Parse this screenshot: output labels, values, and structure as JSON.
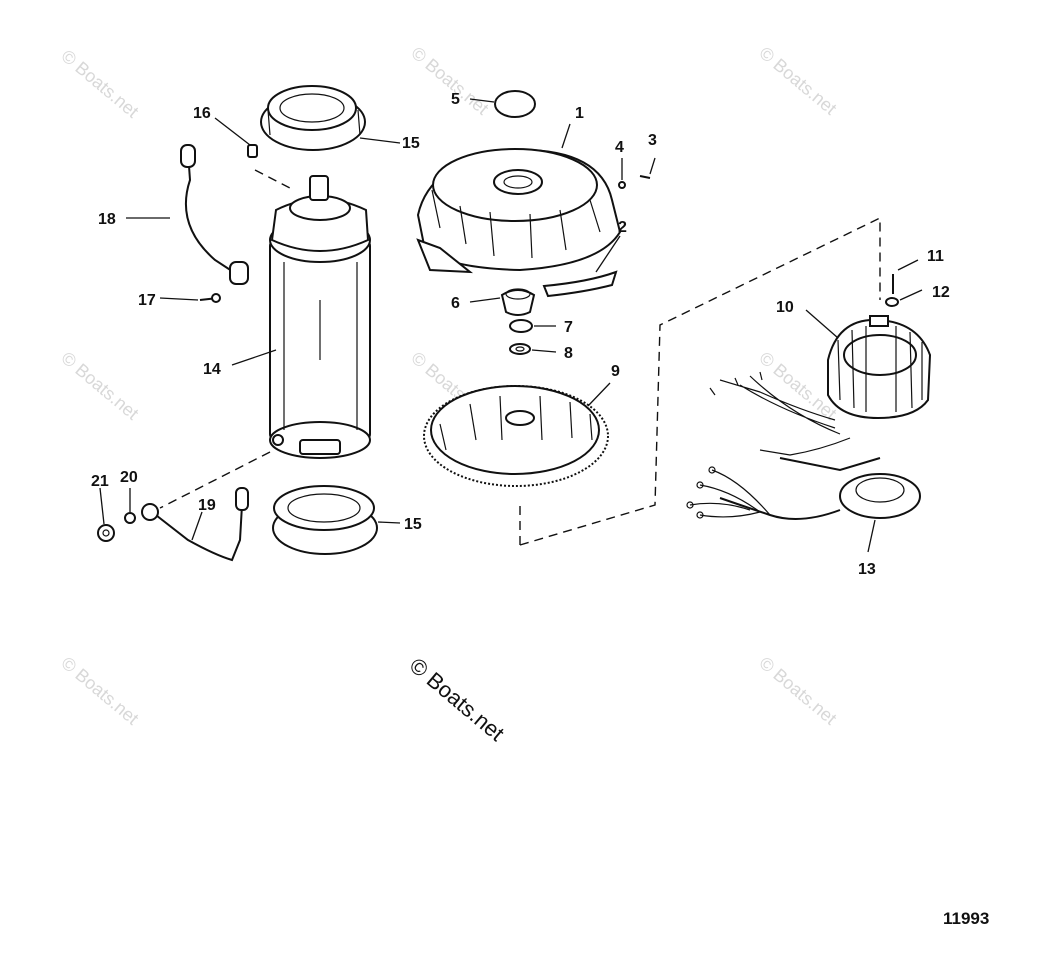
{
  "watermark": {
    "text": "© Boats.net",
    "main_text": "© Boats.net"
  },
  "drawing_number": "11993",
  "callouts": [
    "1",
    "2",
    "3",
    "4",
    "5",
    "6",
    "7",
    "8",
    "9",
    "10",
    "11",
    "12",
    "13",
    "14",
    "15",
    "15",
    "16",
    "17",
    "18",
    "19",
    "20",
    "21"
  ],
  "parts": {
    "flywheel_cover": "flywheel-cover",
    "starter_motor": "starter-motor",
    "stator": "stator",
    "flywheel": "flywheel",
    "trigger": "trigger"
  }
}
